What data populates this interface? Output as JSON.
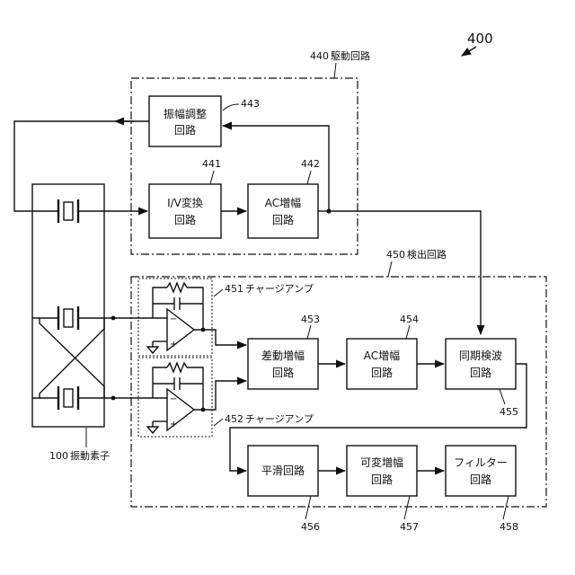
{
  "figure_ref": "400",
  "drive_circuit": {
    "ref": "440",
    "name": "駆動回路"
  },
  "detect_circuit": {
    "ref": "450",
    "name": "検出回路"
  },
  "vibrator": {
    "ref": "100",
    "name": "振動素子"
  },
  "blocks": {
    "amp_adjust": {
      "ref": "443",
      "line1": "振幅調整",
      "line2": "回路"
    },
    "iv_convert": {
      "ref": "441",
      "line1": "I/V変換",
      "line2": "回路"
    },
    "ac_amp_drive": {
      "ref": "442",
      "line1": "AC増幅",
      "line2": "回路"
    },
    "diff_amp": {
      "ref": "453",
      "line1": "差動増幅",
      "line2": "回路"
    },
    "ac_amp_detect": {
      "ref": "454",
      "line1": "AC増幅",
      "line2": "回路"
    },
    "sync_detect": {
      "ref": "455",
      "line1": "同期検波",
      "line2": "回路"
    },
    "smoothing": {
      "ref": "456",
      "line1": "平滑回路"
    },
    "variable_amp": {
      "ref": "457",
      "line1": "可変増幅",
      "line2": "回路"
    },
    "filter": {
      "ref": "458",
      "line1": "フィルター",
      "line2": "回路"
    }
  },
  "charge_amps": {
    "first": {
      "ref": "451",
      "name": "チャージアンプ"
    },
    "second": {
      "ref": "452",
      "name": "チャージアンプ"
    }
  }
}
